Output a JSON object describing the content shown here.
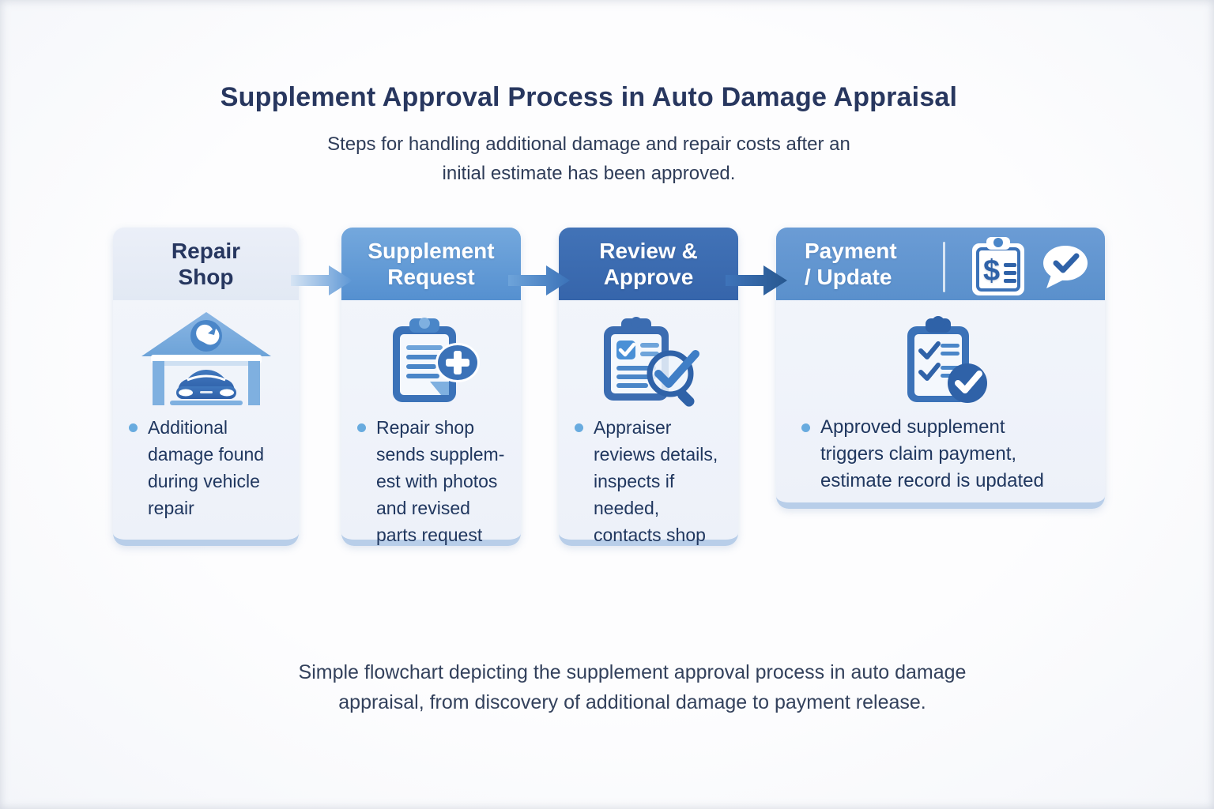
{
  "page": {
    "title": "Supplement Approval Process in Auto Damage Appraisal",
    "subtitle_line1": "Steps for handling additional damage and repair costs after an",
    "subtitle_line2": "initial estimate has been approved.",
    "caption_line1": "Simple flowchart depicting the supplement approval process in auto damage",
    "caption_line2": "appraisal, from discovery of additional damage to payment release."
  },
  "colors": {
    "title_text": "#28375f",
    "body_text": "#20375f",
    "card_body_bg": "#f0f4fa",
    "card_bottom_edge": "#b8cee9",
    "header_light_bg": "#e6ebf6",
    "header_medium_blue": "#5e97d3",
    "header_dark_blue": "#3b6cb1",
    "bullet_dot": "#68abdf",
    "arrow_light": "#8fb9e5",
    "arrow_medium": "#4a86c8",
    "arrow_dark": "#2e62a8"
  },
  "steps": [
    {
      "title_line1": "Repair",
      "title_line2": "Shop",
      "icon": "garage-car-wrench-icon",
      "bullet_lines": [
        "Additional",
        "damage found",
        "during vehicle",
        "repair"
      ]
    },
    {
      "title_line1": "Supplement",
      "title_line2": "Request",
      "icon": "clipboard-plus-icon",
      "bullet_lines": [
        "Repair shop",
        "sends supplem-",
        "est with photos",
        "and revised",
        "parts request"
      ]
    },
    {
      "title_line1": "Review &",
      "title_line2": "Approve",
      "icon": "clipboard-check-magnifier-icon",
      "bullet_lines": [
        "Appraiser",
        "reviews details,",
        "inspects if",
        "needed,",
        "contacts shop"
      ]
    },
    {
      "title_line1": "Payment",
      "title_line2": "/ Update",
      "icon": "clipboard-checklist-icon",
      "header_icons": [
        "clipboard-dollar-icon",
        "speech-check-icon"
      ],
      "bullet_lines": [
        "Approved supplement",
        "triggers claim payment,",
        "estimate record is updated"
      ]
    }
  ]
}
